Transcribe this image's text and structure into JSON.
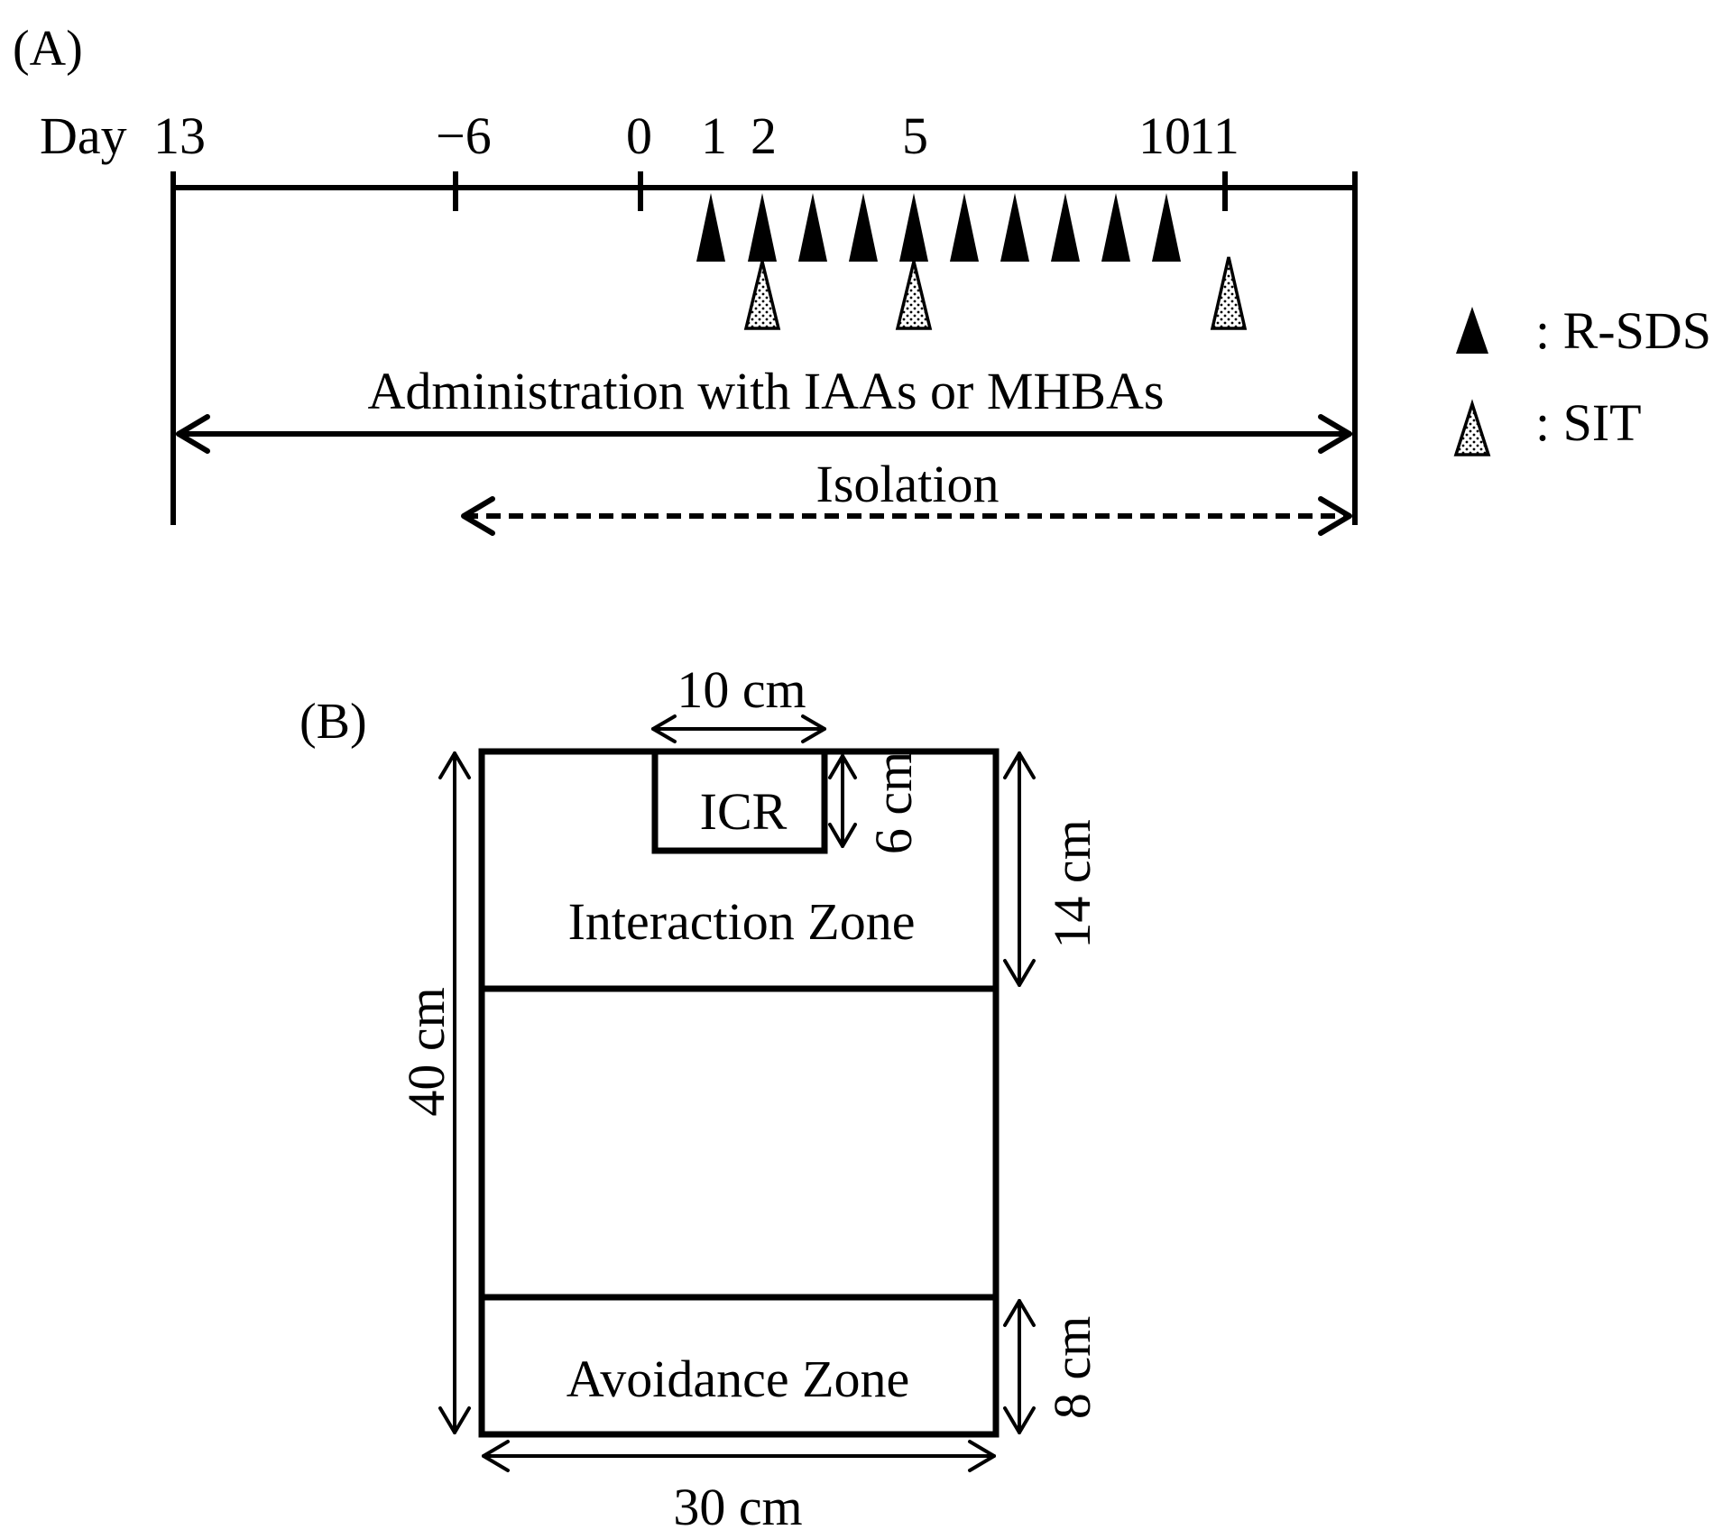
{
  "panel_a": {
    "label": "(A)",
    "day_label": "Day",
    "ticks": [
      "13",
      "−6",
      "0",
      "1",
      "2",
      "5",
      "10",
      "11"
    ],
    "administration_label": "Administration with IAAs or MHBAs",
    "isolation_label": "Isolation",
    "legend": {
      "rsds": ": R-SDS",
      "sit": ": SIT"
    }
  },
  "panel_b": {
    "label": "(B)",
    "icr_label": "ICR",
    "interaction_zone": "Interaction Zone",
    "avoidance_zone": "Avoidance Zone",
    "dim_icr_width": "10 cm",
    "dim_icr_height": "6 cm",
    "dim_interaction_height": "14 cm",
    "dim_total_height": "40 cm",
    "dim_avoidance_height": "8 cm",
    "dim_total_width": "30 cm"
  },
  "colors": {
    "ink": "#000000",
    "stipple_fill": "#d9d9d9"
  }
}
